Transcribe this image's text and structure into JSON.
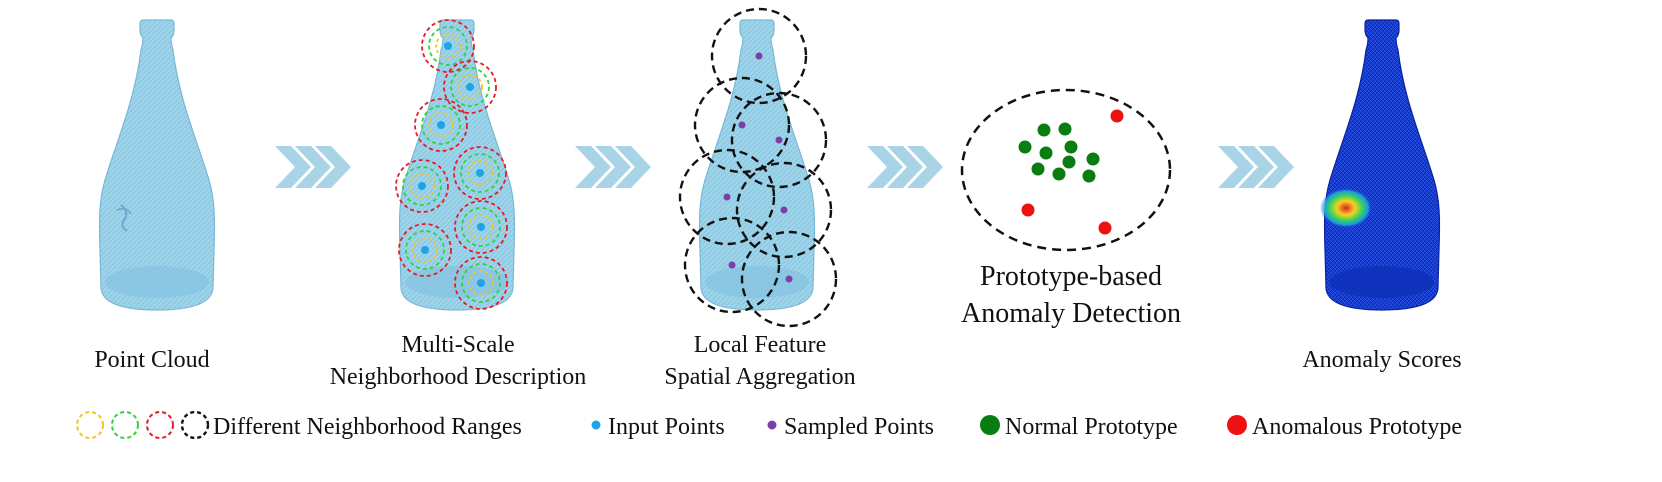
{
  "stages": [
    {
      "id": "point-cloud",
      "lines": [
        "Point Cloud"
      ]
    },
    {
      "id": "multi-scale",
      "lines": [
        "Multi-Scale",
        "Neighborhood Description"
      ]
    },
    {
      "id": "local-feature",
      "lines": [
        "Local Feature",
        "Spatial Aggregation"
      ]
    },
    {
      "id": "prototype",
      "lines": [
        "Prototype-based",
        "Anomaly Detection"
      ]
    },
    {
      "id": "anomaly-scores",
      "lines": [
        "Anomaly Scores"
      ]
    }
  ],
  "legend": {
    "ranges": "Different Neighborhood Ranges",
    "input_points": "Input Points",
    "sampled_points": "Sampled Points",
    "normal_prototype": "Normal Prototype",
    "anomalous_prototype": "Anomalous Prototype"
  },
  "colors": {
    "bottle": "#9ed4ea",
    "arrow": "#a9d3e6",
    "input_point": "#1fa3e8",
    "sampled_point": "#7b3fa8",
    "normal": "#0a7d12",
    "anomalous": "#ee1111",
    "ring_yellow": "#f2c521",
    "ring_green": "#2fd43f",
    "ring_red": "#e41d24",
    "ring_black": "#111111",
    "heat_blue": "#1438cc"
  },
  "icons": [
    "chevron-arrow-icon",
    "dashed-circle-icon",
    "dot-icon"
  ]
}
